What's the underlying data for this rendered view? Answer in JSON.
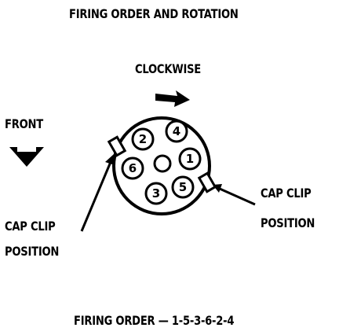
{
  "title": "FIRING ORDER AND ROTATION",
  "rotation_label": "CLOCKWISE",
  "front_label": "FRONT",
  "cap_clip_left": {
    "line1": "CAP CLIP",
    "line2": "POSITION"
  },
  "cap_clip_right": {
    "line1": "CAP CLIP",
    "line2": "POSITION"
  },
  "firing_order_text": "FIRING ORDER — 1-5-3-6-2-4",
  "cylinders": [
    "2",
    "4",
    "6",
    "1",
    "3",
    "5"
  ],
  "colors": {
    "ink": "#000000",
    "paper": "#ffffff"
  },
  "icons": [
    "clockwise-arrow-icon",
    "front-arrow-icon"
  ]
}
